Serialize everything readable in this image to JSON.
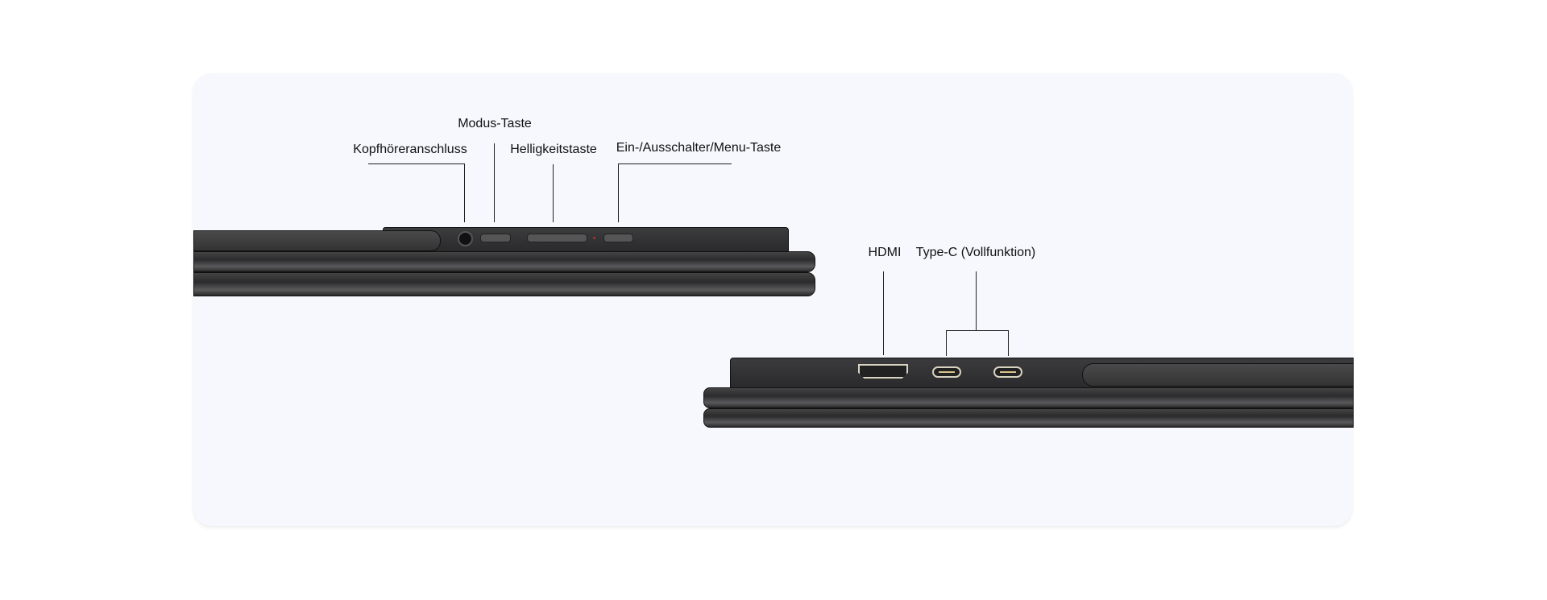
{
  "top_view": {
    "labels": {
      "headphone": "Kopfhöreranschluss",
      "mode": "Modus-Taste",
      "brightness": "Helligkeitstaste",
      "power": "Ein-/Ausschalter/Menu-Taste"
    }
  },
  "side_view": {
    "labels": {
      "hdmi": "HDMI",
      "typec": "Type-C (Vollfunktion)"
    }
  }
}
